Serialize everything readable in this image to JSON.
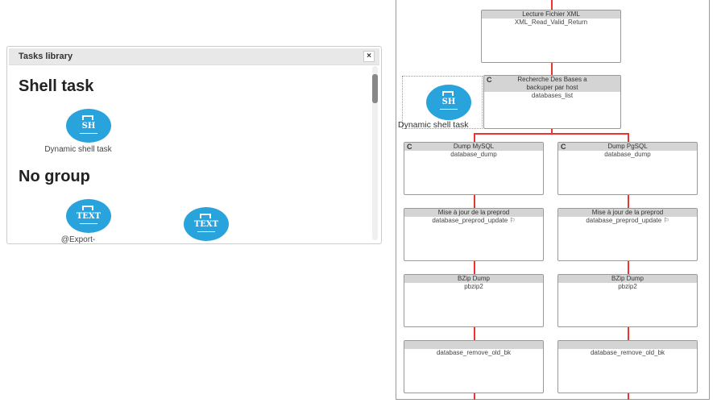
{
  "library": {
    "title": "Tasks library",
    "close": "×",
    "groups": [
      {
        "title": "Shell task",
        "items": [
          {
            "icon": "SH",
            "label": "Dynamic shell task"
          }
        ]
      },
      {
        "title": "No group",
        "items": [
          {
            "icon": "TEXT",
            "label": "@Export-"
          },
          {
            "icon": "TEXT",
            "label": ""
          }
        ]
      }
    ]
  },
  "workflow": {
    "floating": {
      "icon": "SH",
      "label": "Dynamic shell task"
    },
    "nodes": [
      {
        "title": "Lecture Fichier XML",
        "subtitle": "XML_Read_Valid_Return"
      },
      {
        "title": "Recherche Des Bases a backuper par host",
        "subtitle": "databases_list",
        "loop": "C"
      },
      {
        "title": "Dump MySQL",
        "subtitle": "database_dump",
        "loop": "C"
      },
      {
        "title": "Dump PgSQL",
        "subtitle": "database_dump",
        "loop": "C"
      },
      {
        "title": "Mise à jour de la preprod",
        "subtitle": "database_preprod_update ⚐"
      },
      {
        "title": "Mise à jour de la preprod",
        "subtitle": "database_preprod_update ⚐"
      },
      {
        "title": "BZip Dump",
        "subtitle": "pbzip2"
      },
      {
        "title": "BZip Dump",
        "subtitle": "pbzip2"
      },
      {
        "title": "",
        "subtitle": "database_remove_old_bk"
      },
      {
        "title": "",
        "subtitle": "database_remove_old_bk"
      }
    ]
  },
  "colors": {
    "icon": "#29a3dc",
    "connector": "#e33"
  }
}
